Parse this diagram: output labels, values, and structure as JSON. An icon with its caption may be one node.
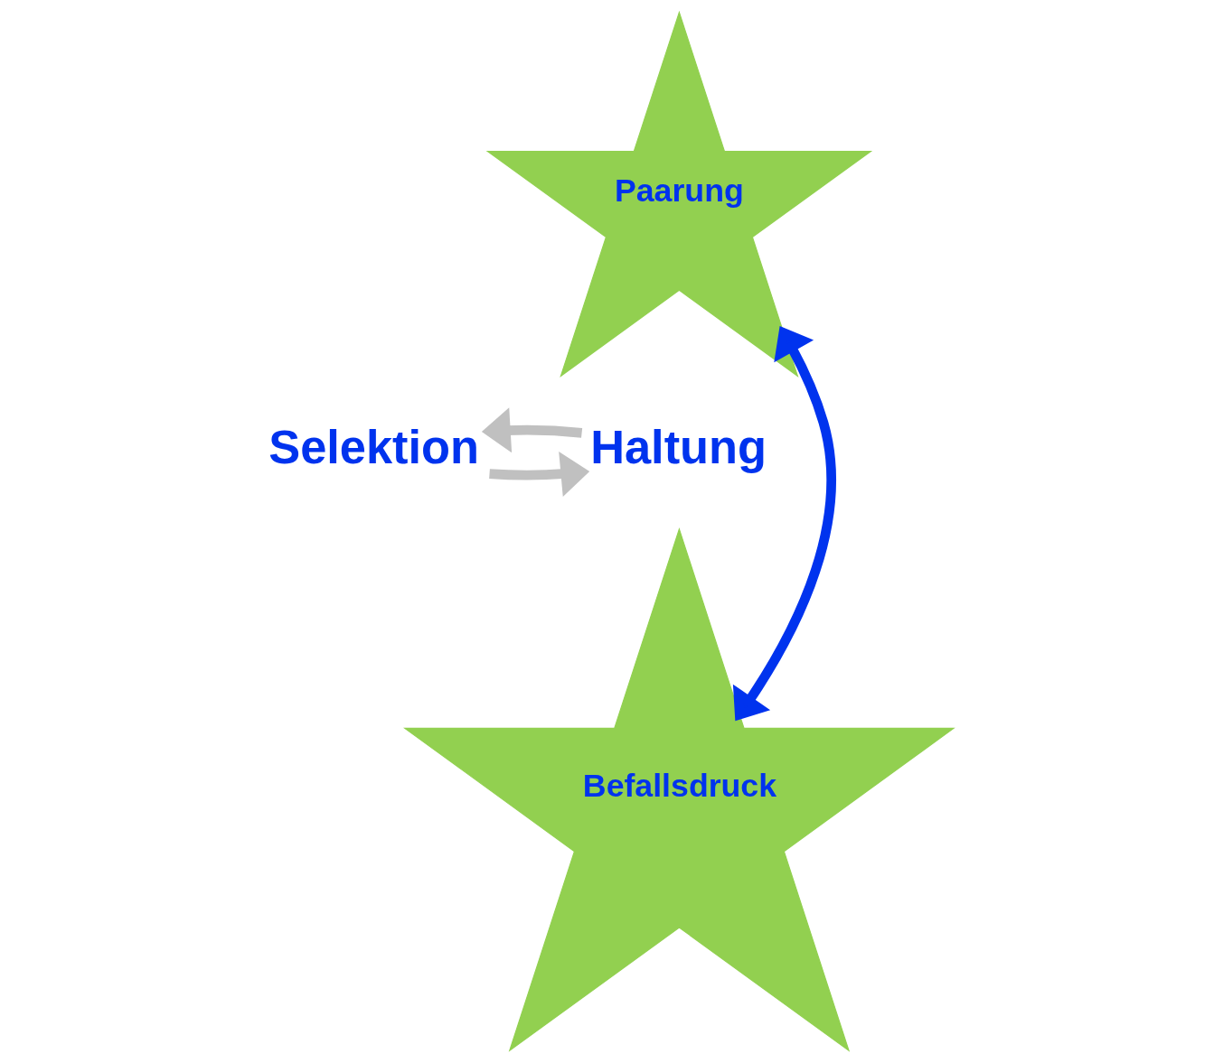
{
  "diagram": {
    "nodes": [
      {
        "text": [
          "Paarung"
        ]
      },
      {
        "text": [
          "Selektion"
        ]
      },
      {
        "text": [
          "Haltung"
        ]
      },
      {
        "text": [
          "Befallsdruck"
        ]
      }
    ],
    "edges": [
      {
        "from": 0,
        "to": 3,
        "arrow": "both",
        "color": "#0033ee"
      },
      {
        "from": 1,
        "to": 2,
        "arrow": "to",
        "color": "#c0c0c0"
      },
      {
        "from": 2,
        "to": 1,
        "arrow": "to",
        "color": "#c0c0c0"
      }
    ]
  }
}
